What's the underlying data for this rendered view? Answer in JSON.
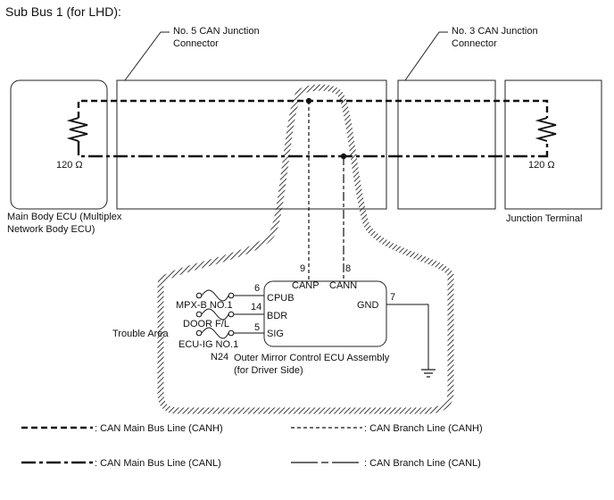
{
  "title": "Sub Bus 1 (for LHD):",
  "connectors": {
    "no5": "No. 5 CAN Junction Connector",
    "no5_line1": "No. 5 CAN Junction",
    "no5_line2": "Connector",
    "no3_line1": "No. 3 CAN Junction",
    "no3_line2": "Connector"
  },
  "resistors": {
    "left": "120 Ω",
    "right": "120 Ω"
  },
  "main_body_ecu": {
    "line1": "Main Body ECU (Multiplex",
    "line2": "Network Body ECU)"
  },
  "junction_terminal": "Junction Terminal",
  "trouble_area": "Trouble Area",
  "ecu": {
    "pins": {
      "canp_no": "9",
      "canp": "CANP",
      "cann_no": "8",
      "cann": "CANN",
      "cpub_no": "6",
      "cpub": "CPUB",
      "bdr_no": "14",
      "bdr": "BDR",
      "sig_no": "5",
      "sig": "SIG",
      "gnd_no": "7",
      "gnd": "GND"
    },
    "fuses": {
      "f1": "MPX-B NO.1",
      "f2": "DOOR F/L",
      "f3": "ECU-IG NO.1"
    },
    "connector_id": "N24",
    "name_line1": "Outer Mirror Control ECU Assembly",
    "name_line2": "(for Driver Side)"
  },
  "legend": {
    "canh_main": ": CAN Main Bus Line (CANH)",
    "canh_branch": ": CAN Branch Line (CANH)",
    "canl_main": ": CAN Main Bus Line (CANL)",
    "canl_branch": ": CAN Branch Line (CANL)"
  }
}
